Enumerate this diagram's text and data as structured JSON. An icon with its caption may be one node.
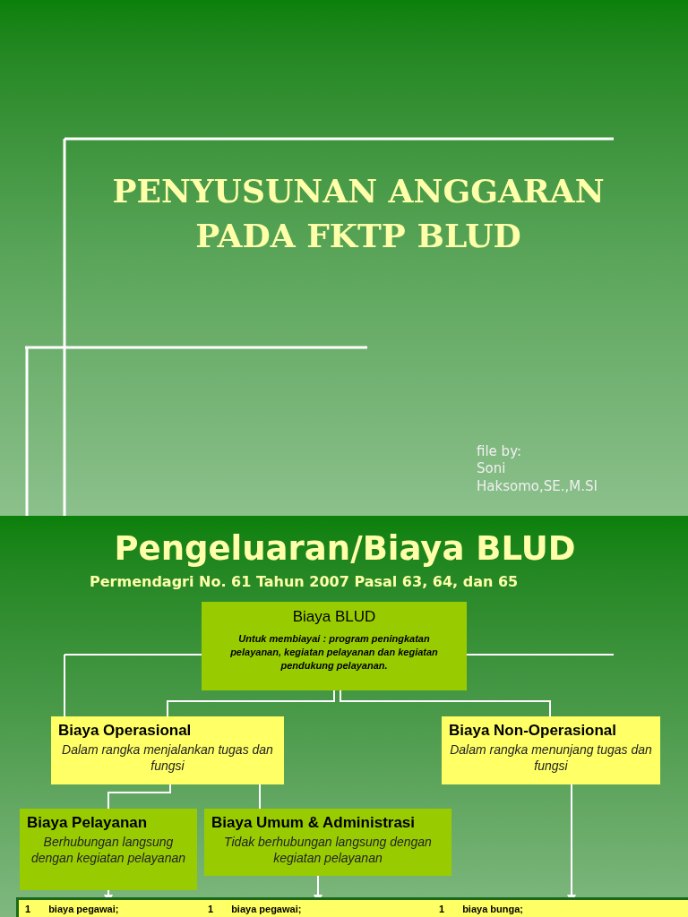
{
  "diagram": {
    "nodes": [
      {
        "text": [
          "Biaya BLUD",
          "Untuk membiayai : program peningkatan pelayanan, kegiatan pelayanan dan kegiatan pendukung pelayanan."
        ]
      },
      {
        "text": [
          "Biaya Operasional",
          "Dalam rangka menjalankan tugas dan fungsi"
        ]
      },
      {
        "text": [
          "Biaya Non-Operasional",
          "Dalam rangka menunjang tugas dan fungsi"
        ]
      },
      {
        "text": [
          "Biaya Pelayanan",
          "Berhubungan langsung dengan kegiatan pelayanan"
        ]
      },
      {
        "text": [
          "Biaya Umum & Administrasi",
          "Tidak berhubungan langsung dengan kegiatan pelayanan"
        ]
      },
      {
        "text": [
          "1",
          "biaya pegawai;"
        ]
      },
      {
        "text": [
          "1",
          "biaya pegawai;"
        ]
      },
      {
        "text": [
          "1",
          "biaya bunga;"
        ]
      }
    ],
    "edges": [
      {
        "from": 0,
        "to": 1,
        "arrow": "none"
      },
      {
        "from": 0,
        "to": 2,
        "arrow": "none"
      },
      {
        "from": 1,
        "to": 3,
        "arrow": "none"
      },
      {
        "from": 1,
        "to": 4,
        "arrow": "none"
      },
      {
        "from": 3,
        "to": 5,
        "arrow": "to"
      },
      {
        "from": 4,
        "to": 6,
        "arrow": "to"
      },
      {
        "from": 2,
        "to": 7,
        "arrow": "to"
      }
    ],
    "labels": [
      "PENYUSUNAN ANGGARAN PADA FKTP BLUD",
      "file by:",
      "Soni Haksomo,SE.,M.SI",
      "Pengeluaran/Biaya BLUD",
      "Permendagri No. 61 Tahun 2007 Pasal 63, 64, dan 65"
    ]
  }
}
